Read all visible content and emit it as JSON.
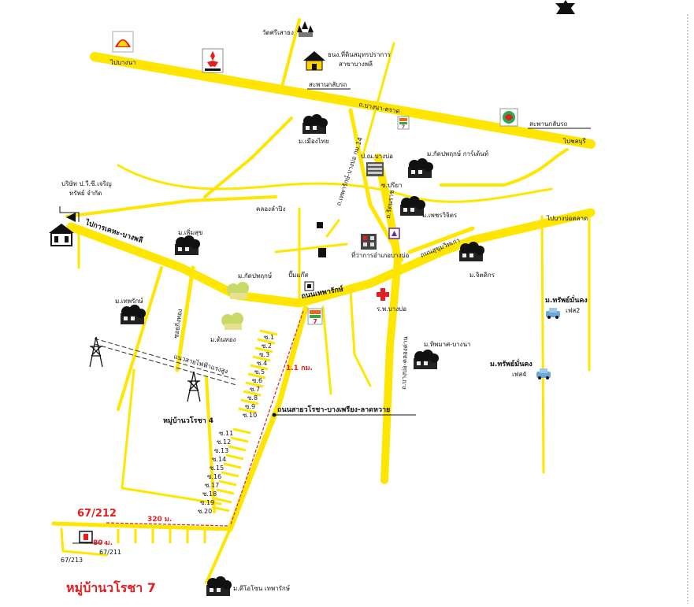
{
  "colors": {
    "road": "#FFE600",
    "accent_red": "#E41E1E",
    "text": "#111111",
    "border": "#7a7a7a"
  },
  "labels": {
    "temple": "วัดศรีเสาธง",
    "bank_line1": "ธนง.ที่ดินสมุทรปราการ",
    "bank_line2": "สาขาบางพลี",
    "to_bangna": "ไปบางนา",
    "bridge1": "สะพานกลับรถ",
    "bangna_trad_road": "ถ.บางนา-ตราด",
    "bridge2": "สะพานกลับรถ",
    "to_chonburi": "ไปชลบุรี",
    "muang_thai": "ม.เมืองไทย",
    "post_office": "ป.ณ.บางบ่อ",
    "kitpakorn_garden": "ม.กัดปพฤกษ์ การ์เด้นท์",
    "soi_preeya": "ซ.ปรียา",
    "company_line1": "บริษัท ป.วี.ซี.เจริญ",
    "company_line2": "ทรัพย์ จำกัด",
    "canal": "คลองลำปิง",
    "to_bangpli": "ไปการเคหะ-บางพลี",
    "permsuk": "ม.เพิ่มสุข",
    "district_office": "ที่ว่าการอำเภอบางบ่อ",
    "petch_vichit": "ม.เพชรวิจิตร",
    "to_bangbor_market": "ไปบางบ่อตลาด",
    "sukhumvit_old": "ถนนสุขุมวิทเก่า",
    "ratthakit": "ถ.รัตนราช",
    "kitpakorn": "ม.กัดปพฤกษ์",
    "gas_station": "ปั๊มแก๊ส",
    "sdaeng": "ม.เทพรักษ์",
    "thepharak_road": "ถนนเทพารักษ์",
    "hospital": "ร.พ.บางบ่อ",
    "jitdikorn": "ม.จิตดิกร",
    "soi_kingthong": "ซอยกิ่งทอง",
    "thonthong": "ม.ต้นทอง",
    "power_line": "แนวสายไฟฟ้าแรงสูง",
    "tippamas": "ม.ทิพมาศ-บางนา",
    "bang_bor_canal_road": "ถ.บางบ่อ-คลองด่าน",
    "sap_mankong2": "ม.ทรัพย์มั่นคง",
    "phase2": "เฟส2",
    "sap_mankong4": "ม.ทรัพย์มั่นคง",
    "phase4": "เฟส4",
    "distance_1_1": "1.1 กม.",
    "sai_road": "ถนนสายวโรชา-บางเพรียง-ลาดหวาย",
    "village4": "หมู่บ้านวโรชา 4",
    "distance_320": "320 ม.",
    "distance_80": "80 ม.",
    "plot_67212": "67/212",
    "plot_67211": "67/211",
    "plot_67213": "67/213",
    "village7": "หมู่บ้านวโรชา 7",
    "dilothon": "ม.ดีโอโซน เทพารักษ์",
    "tepvarak_road_name": "ถ.เทพารักษ์-บางบ่อ กม.14"
  },
  "soi_upper": [
    "ซ.1",
    "ซ.2",
    "ซ.3",
    "ซ.4",
    "ซ.5",
    "ซ.6",
    "ซ.7",
    "ซ.8",
    "ซ.9",
    "ซ.10"
  ],
  "soi_lower": [
    "ซ.11",
    "ซ.12",
    "ซ.13",
    "ซ.14",
    "ซ.15",
    "ซ.16",
    "ซ.17",
    "ซ.18",
    "ซ.19",
    "ซ.20"
  ],
  "icons": [
    "shell-logo-icon",
    "mitsubishi-logo-icon",
    "temple-icon",
    "bank-house-icon",
    "seven-eleven-icon",
    "ptt-icon",
    "north-arrow-icon",
    "hospital-cross-icon",
    "building-icon",
    "house-icon",
    "tree-icon",
    "power-tower-icon",
    "car-icon"
  ]
}
